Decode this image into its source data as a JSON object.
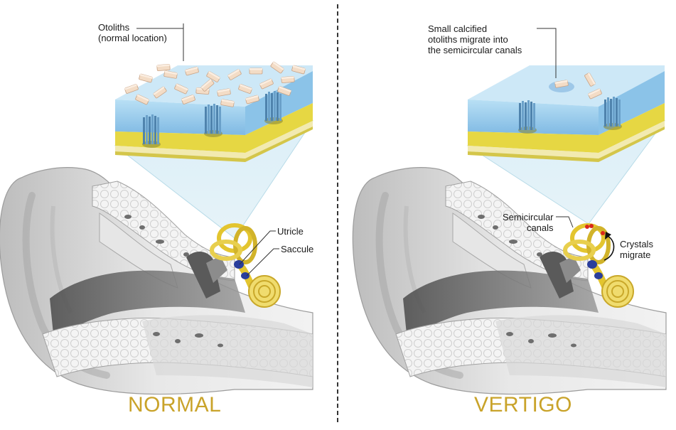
{
  "panels": {
    "normal": {
      "title": "NORMAL",
      "labels": {
        "otoliths": "Otoliths\n(normal location)",
        "utricle": "Utricle",
        "saccule": "Saccule"
      }
    },
    "vertigo": {
      "title": "VERTIGO",
      "labels": {
        "small_otoliths": "Small calcified\notoliths migrate into\nthe semicircular canals",
        "semicircular_canals": "Semicircular\ncanals",
        "crystals_migrate": "Crystals\nmigrate"
      }
    }
  },
  "colors": {
    "title": "#c9a32a",
    "fluid_blue": "#9ed1ee",
    "membrane_yellow": "#e6d743",
    "otolith": "#f3dcc6",
    "hair_cells": "#5b8fb8",
    "canals_gold": "#e3c52f",
    "crystal_red": "#d9271c",
    "bone_gray": "#d6d6d6"
  }
}
